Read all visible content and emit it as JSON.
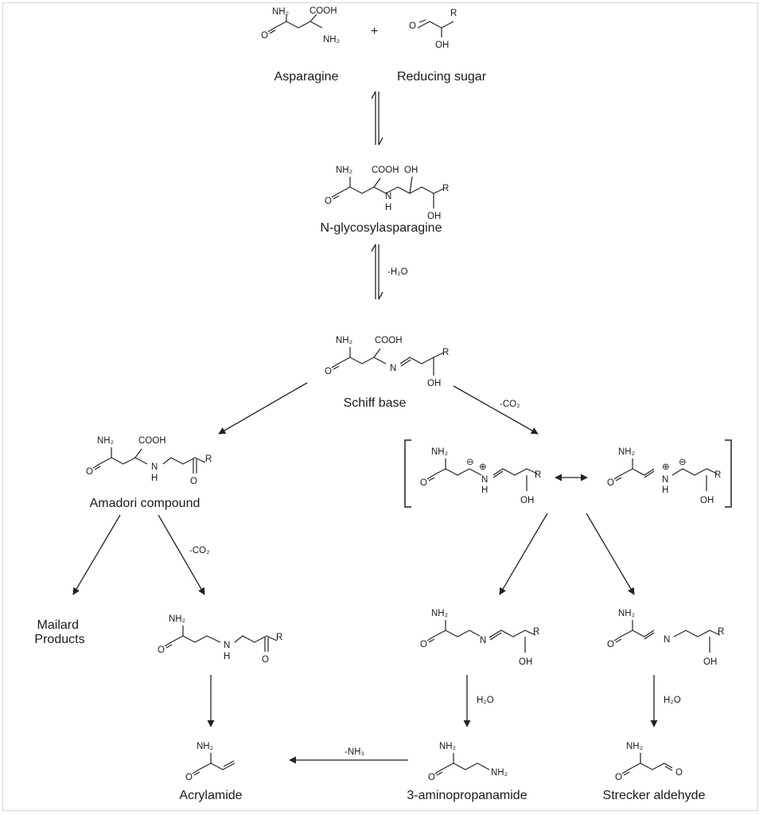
{
  "molecules": {
    "asparagine": "Asparagine",
    "reducing_sugar": "Reducing sugar",
    "n_glycosylasparagine": "N-glycosylasparagine",
    "schiff_base": "Schiff base",
    "amadori": "Amadori compound",
    "maillard": "Mailard\nProducts",
    "acrylamide": "Acrylamide",
    "aminopropanamide": "3-aminopropanamide",
    "strecker": "Strecker aldehyde"
  },
  "operators": {
    "plus": "+"
  },
  "conditions": {
    "dehydration": "-H₂O",
    "decarboxylation_left": "-CO₂",
    "decarboxylation_right": "-CO₂",
    "hydrolysis_1": "H₂O",
    "hydrolysis_2": "H₂O",
    "deamination": "-NH₃"
  },
  "atoms": {
    "nh2": "NH₂",
    "cooh": "COOH",
    "o": "O",
    "oh": "OH",
    "r": "R",
    "n": "N",
    "h": "H",
    "nh": "NH",
    "plus_charge": "⊕",
    "minus_charge": "⊖"
  }
}
